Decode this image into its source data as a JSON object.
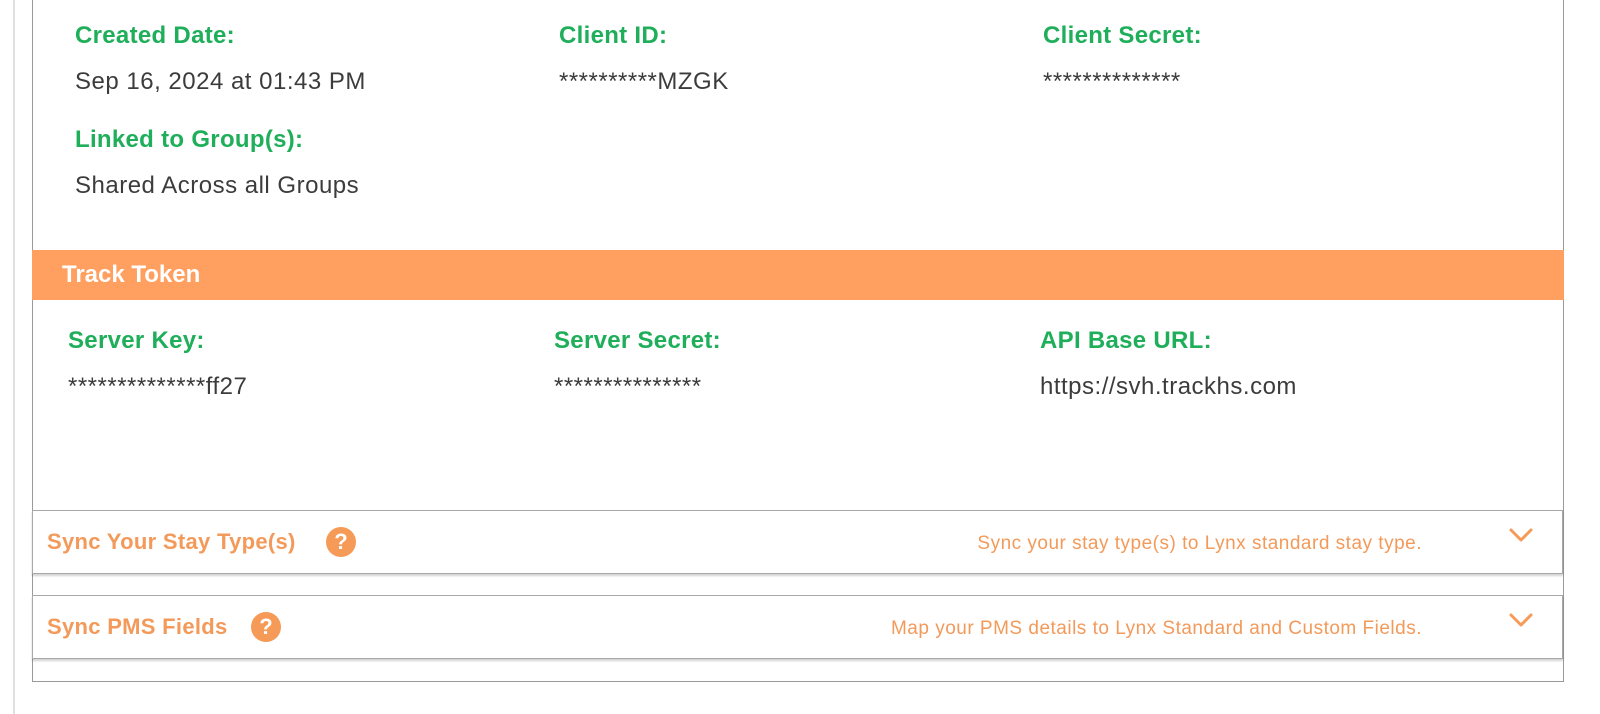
{
  "client": {
    "created_date_label": "Created Date:",
    "created_date_value": "Sep 16, 2024 at 01:43 PM",
    "client_id_label": "Client ID:",
    "client_id_value": "**********MZGK",
    "client_secret_label": "Client Secret:",
    "client_secret_value": "**************",
    "linked_label": "Linked to Group(s):",
    "linked_value": "Shared Across all Groups"
  },
  "track_token": {
    "title": "Track Token",
    "server_key_label": "Server Key:",
    "server_key_value": "**************ff27",
    "server_secret_label": "Server Secret:",
    "server_secret_value": "***************",
    "api_base_url_label": "API Base URL:",
    "api_base_url_value": "https://svh.trackhs.com"
  },
  "accordions": [
    {
      "title": "Sync Your Stay Type(s)",
      "description": "Sync your stay type(s) to Lynx standard stay type."
    },
    {
      "title": "Sync PMS Fields",
      "description": "Map your PMS details to Lynx Standard and Custom Fields."
    }
  ],
  "icons": {
    "help": "help-circle-icon",
    "expand": "chevron-down-icon"
  },
  "help_glyph": "?",
  "colors": {
    "label_green": "#1fae5a",
    "accent_orange": "#ff9f60",
    "text": "#3c3c3c"
  }
}
